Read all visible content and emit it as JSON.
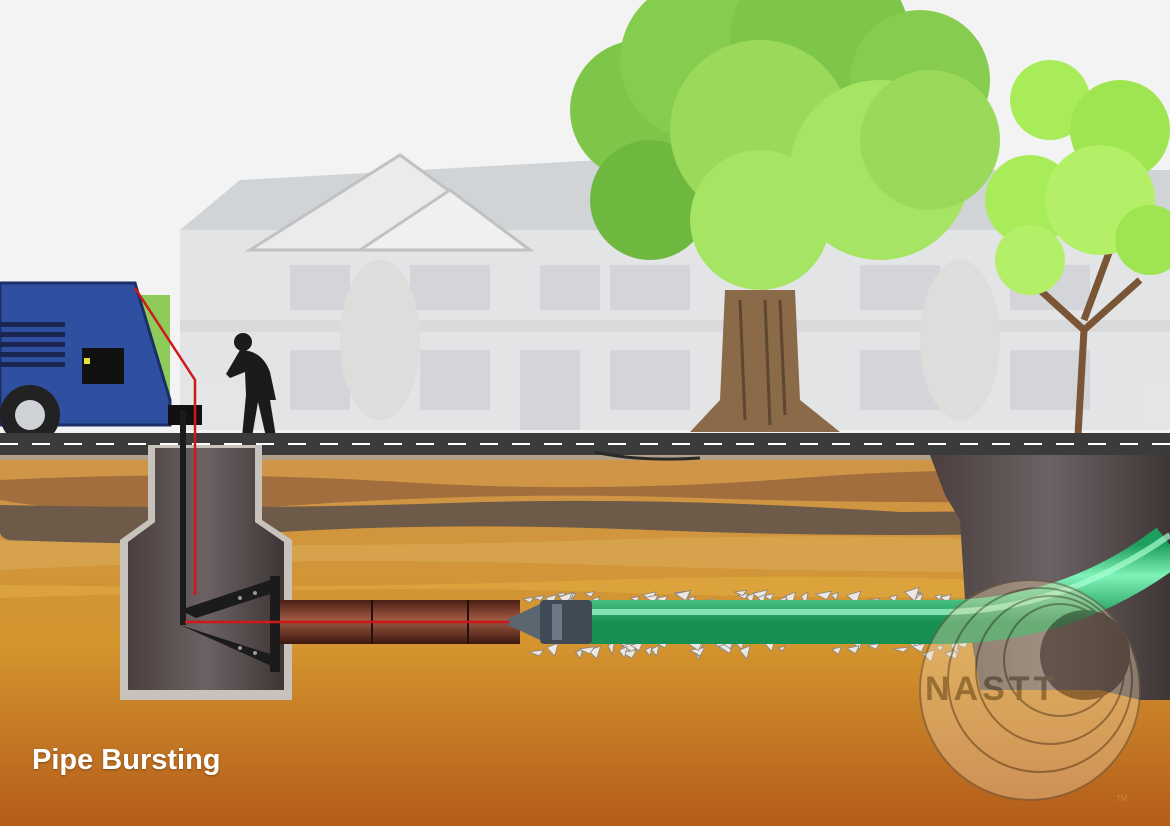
{
  "caption": "Pipe Bursting",
  "logo": {
    "text": "NASTT",
    "trademark": "TM"
  },
  "colors": {
    "sky": "#f2f2f2",
    "road": "#3d3d3d",
    "soil_top": "#c98a3c",
    "soil_bottom": "#b8641c",
    "old_pipe": "#7a3a28",
    "new_pipe": "#3ddc8a",
    "truck": "#2f4fa0",
    "tree": "#8fd64a",
    "pull_cable": "#d01818"
  }
}
